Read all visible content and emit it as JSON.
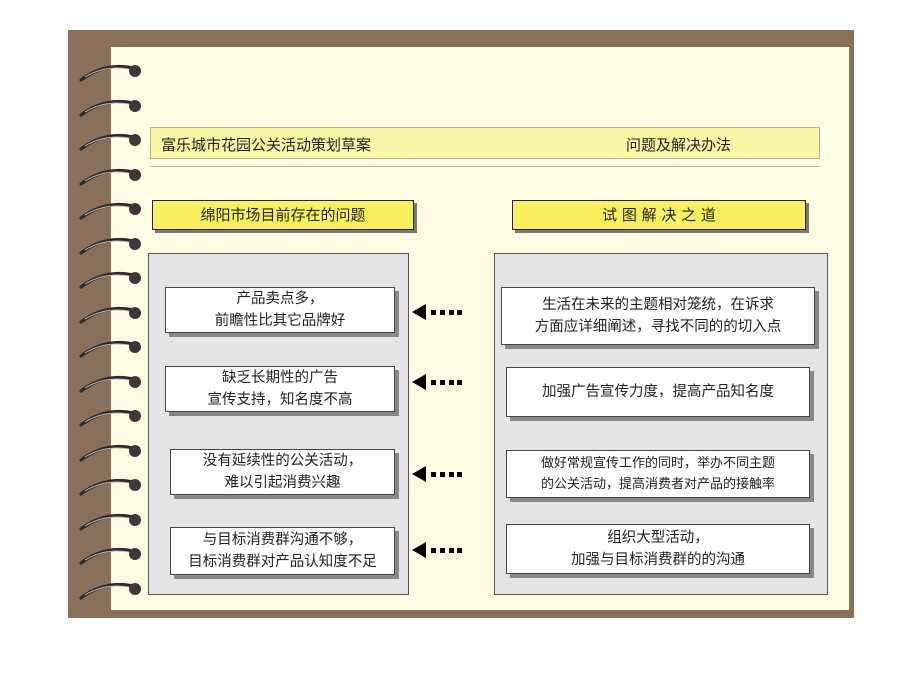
{
  "header": {
    "left_title": "富乐城市花园公关活动策划草案",
    "right_title": "问题及解决办法"
  },
  "left_column": {
    "heading": "绵阳市场目前存在的问题",
    "items": [
      {
        "line1": "产品卖点多，",
        "line2": "前瞻性比其它品牌好"
      },
      {
        "line1": "缺乏长期性的广告",
        "line2": "宣传支持，知名度不高"
      },
      {
        "line1": "没有延续性的公关活动，",
        "line2": "难以引起消费兴趣"
      },
      {
        "line1": "与目标消费群沟通不够，",
        "line2": "目标消费群对产品认知度不足"
      }
    ]
  },
  "right_column": {
    "heading": "试 图 解 决 之 道",
    "items": [
      {
        "line1": "生活在未来的主题相对笼统，在诉求",
        "line2": "方面应详细阐述，寻找不同的的切入点"
      },
      {
        "line1": "加强广告宣传力度，提高产品知名度",
        "line2": ""
      },
      {
        "line1": "做好常规宣传工作的同时，举办不同主题",
        "line2": "的公关活动，提高消费者对产品的接触率"
      },
      {
        "line1": "组织大型活动，",
        "line2": "加强与目标消费群的的沟通"
      }
    ]
  },
  "icons": {
    "arrow": "left-dotted-arrow-icon",
    "binding": "spiral-ring-icon"
  },
  "colors": {
    "board": "#8a6f5b",
    "paper": "#fffde3",
    "heading_fill": "#f8f05c",
    "title_fill": "#fbf5a6",
    "panel_fill": "#e4e4e4"
  }
}
